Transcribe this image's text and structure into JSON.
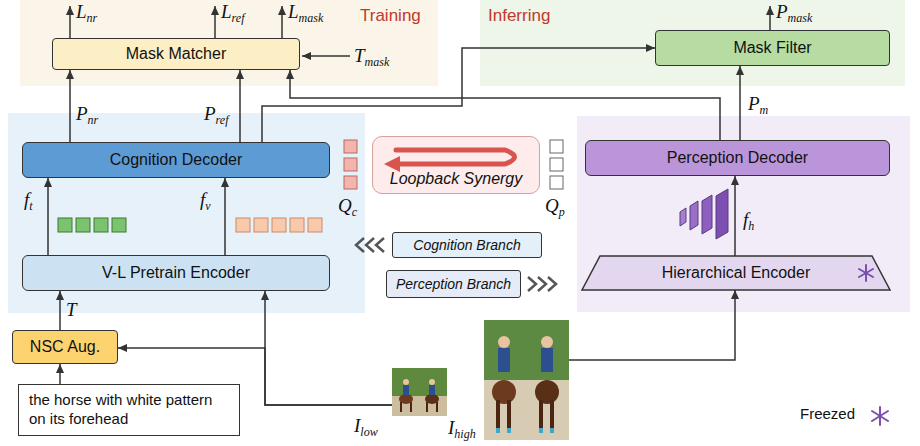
{
  "diagram": {
    "nodes": [
      {
        "text": [
          "Training"
        ]
      },
      {
        "text": [
          "Mask Matcher"
        ],
        "in": 0
      },
      {
        "text": [
          "Inferring"
        ]
      },
      {
        "text": [
          "Mask Filter"
        ],
        "in": 2
      },
      {
        "text": [
          "Cognition Decoder"
        ]
      },
      {
        "text": [
          "Loopback Synergy"
        ]
      },
      {
        "text": [
          "Perception Decoder"
        ]
      },
      {
        "text": [
          "Cognition Branch"
        ]
      },
      {
        "text": [
          "V-L Pretrain Encoder"
        ]
      },
      {
        "text": [
          "Hierarchical Encoder"
        ]
      },
      {
        "text": [
          "Perception Branch"
        ]
      },
      {
        "text": [
          "NSC Aug."
        ]
      },
      {
        "text": [
          "the horse with white pattern on its forehead"
        ]
      },
      {
        "text": [
          "Ilow"
        ]
      },
      {
        "text": [
          "Ihigh"
        ]
      }
    ],
    "edges": [
      {
        "from": 12,
        "to": 11,
        "arrow": "to"
      },
      {
        "from": 11,
        "to": 8,
        "label": "T",
        "arrow": "to"
      },
      {
        "from": 8,
        "to": 4,
        "label": "ft",
        "arrow": "to"
      },
      {
        "from": 8,
        "to": 4,
        "label": "fv",
        "arrow": "to"
      },
      {
        "from": 4,
        "to": 1,
        "label": "Pnr",
        "arrow": "to"
      },
      {
        "from": 4,
        "to": 1,
        "label": "Pref",
        "arrow": "to"
      },
      {
        "from": 4,
        "to": 3,
        "arrow": "to"
      },
      {
        "from": 6,
        "to": 3,
        "label": "Pm",
        "arrow": "to"
      },
      {
        "from": 6,
        "to": 1,
        "arrow": "to"
      },
      {
        "from": 9,
        "to": 6,
        "label": "fh",
        "arrow": "to"
      },
      {
        "from": 13,
        "to": 8,
        "arrow": "to"
      },
      {
        "from": 13,
        "to": 11,
        "arrow": "to"
      },
      {
        "from": 14,
        "to": 9,
        "arrow": "to"
      }
    ],
    "labels": [
      "Lnr",
      "Lref",
      "Lmask",
      "Tmask",
      "Pmask",
      "Qc",
      "Qp",
      "Freezed"
    ]
  }
}
